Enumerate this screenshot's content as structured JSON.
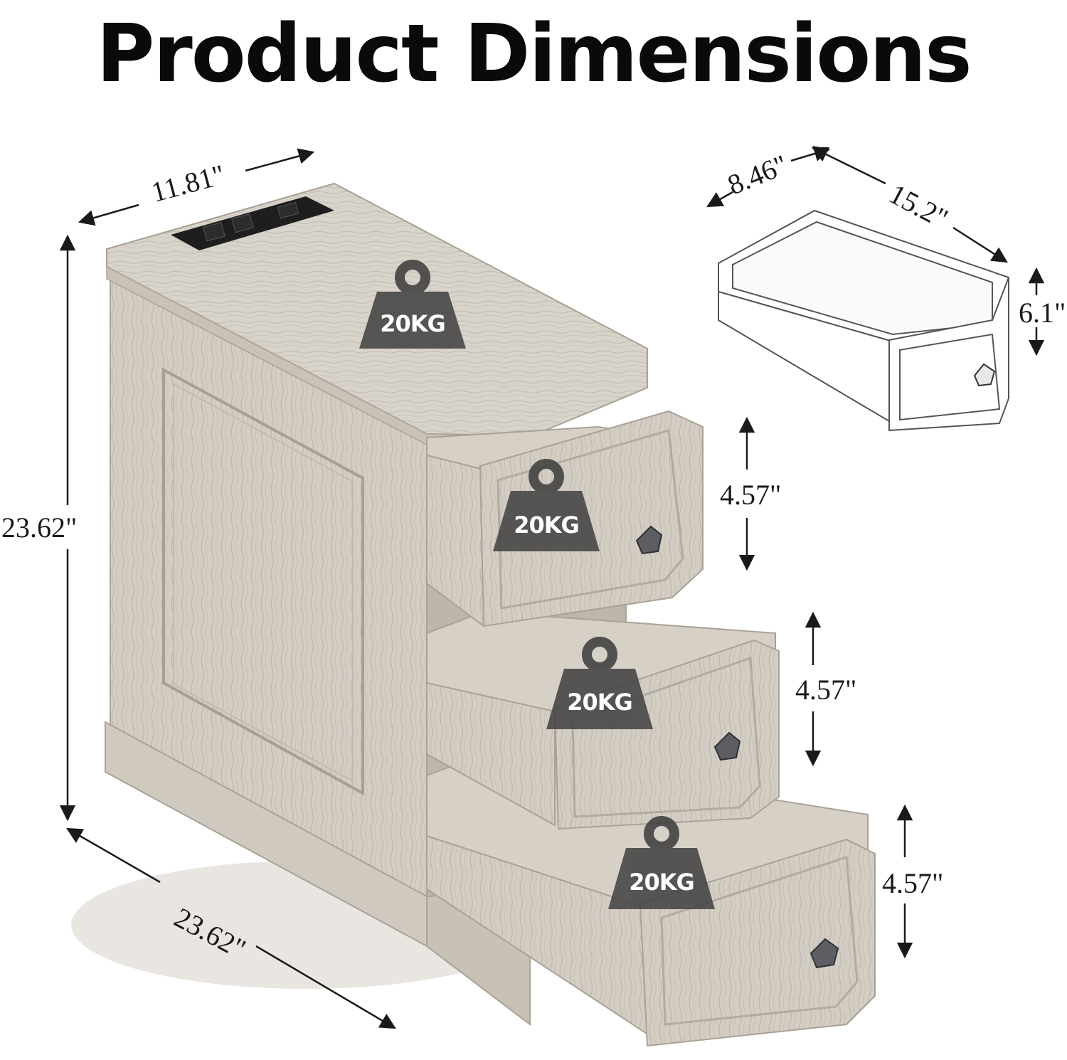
{
  "title": "Product Dimensions",
  "dimensions": {
    "top_width": "11.81\"",
    "height": "23.62\"",
    "depth": "23.62\"",
    "drawer_width": "8.46\"",
    "drawer_depth": "15.2\"",
    "drawer_height": "6.1\"",
    "drawer_1_height": "4.57\"",
    "drawer_2_height": "4.57\"",
    "drawer_3_height": "4.57\""
  },
  "weights": {
    "top": "20KG",
    "drawer_1": "20KG",
    "drawer_2": "20KG",
    "drawer_3": "20KG"
  },
  "colors": {
    "wood": "#d8d3cb",
    "wood_dark": "#bdb6ab",
    "weight_icon": "#4a4a4a",
    "outlet_strip": "#1e1e1e"
  }
}
